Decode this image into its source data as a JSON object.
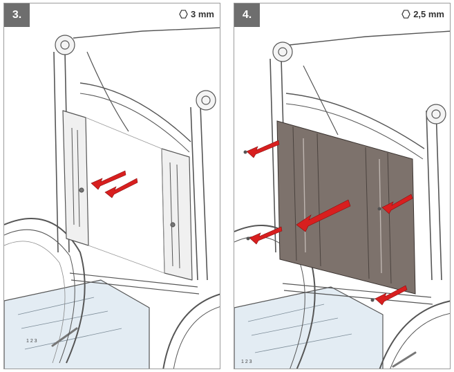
{
  "steps": [
    {
      "number": "3.",
      "tool_icon": "hex-key-icon",
      "tool_size": "3 mm"
    },
    {
      "number": "4.",
      "tool_icon": "hex-key-icon",
      "tool_size": "2,5 mm"
    }
  ],
  "colors": {
    "badge": "#6e6e6e",
    "arrow": "#d81f1f",
    "backrest_plate": "#7d726c",
    "frame_line": "#555555",
    "seat": "#e3ecf3"
  }
}
